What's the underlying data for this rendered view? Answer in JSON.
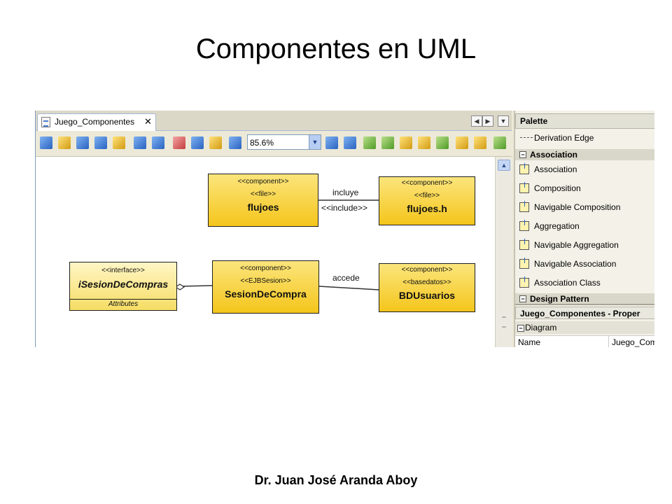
{
  "slide": {
    "title": "Componentes en UML",
    "footer": "Dr. Juan José Aranda Aboy"
  },
  "editor": {
    "tab_label": "Juego_Componentes",
    "tab_close": "✕",
    "zoom_value": "85.6%"
  },
  "diagram": {
    "flujoes": {
      "stereotype1": "<<component>>",
      "stereotype2": "<<file>>",
      "name": "flujoes"
    },
    "flujoes_h": {
      "stereotype1": "<<component>>",
      "stereotype2": "<<file>>",
      "name": "flujoes.h"
    },
    "edge_incluye": {
      "label": "incluye",
      "stereotype": "<<include>>"
    },
    "interface": {
      "stereotype": "<<interface>>",
      "name": "iSesionDeCompras",
      "compartment": "Attributes"
    },
    "sesion": {
      "stereotype1": "<<component>>",
      "stereotype2": "<<EJBSesion>>",
      "name": "SesionDeCompra"
    },
    "bdusuarios": {
      "stereotype1": "<<component>>",
      "stereotype2": "<<basedatos>>",
      "name": "BDUsuarios"
    },
    "edge_accede": {
      "label": "accede"
    }
  },
  "palette": {
    "title": "Palette",
    "derivation_edge": "Derivation Edge",
    "section_association": "Association",
    "items": [
      "Association",
      "Composition",
      "Navigable Composition",
      "Aggregation",
      "Navigable Aggregation",
      "Navigable Association",
      "Association Class"
    ],
    "section_design_pattern": "Design Pattern"
  },
  "properties": {
    "title": "Juego_Componentes - Proper",
    "section": "Diagram",
    "row_key": "Name",
    "row_value": "Juego_Com"
  }
}
